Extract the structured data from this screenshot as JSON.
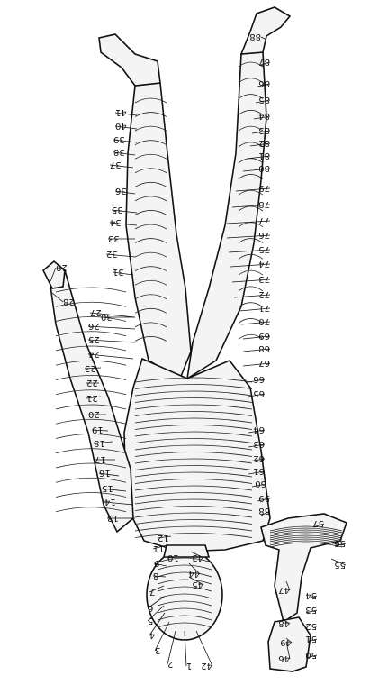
{
  "figure": {
    "labels": [
      "1",
      "2",
      "3",
      "4",
      "5",
      "6",
      "7",
      "8",
      "9",
      "10",
      "11",
      "12",
      "13",
      "14",
      "15",
      "16",
      "17",
      "18",
      "19",
      "20",
      "21",
      "22",
      "23",
      "24",
      "25",
      "26",
      "27",
      "28",
      "29",
      "30",
      "31",
      "32",
      "33",
      "34",
      "35",
      "36",
      "37",
      "38",
      "39",
      "40",
      "41",
      "42",
      "43",
      "44",
      "45",
      "46",
      "47",
      "48",
      "49",
      "50",
      "51",
      "52",
      "53",
      "54",
      "55",
      "56",
      "57",
      "58",
      "59",
      "60",
      "61",
      "62",
      "63",
      "64",
      "65",
      "66",
      "67",
      "68",
      "69",
      "70",
      "71",
      "72",
      "73",
      "74",
      "75",
      "76",
      "77",
      "78",
      "79",
      "80",
      "81",
      "82",
      "83",
      "84",
      "85",
      "86",
      "87",
      "88"
    ]
  }
}
